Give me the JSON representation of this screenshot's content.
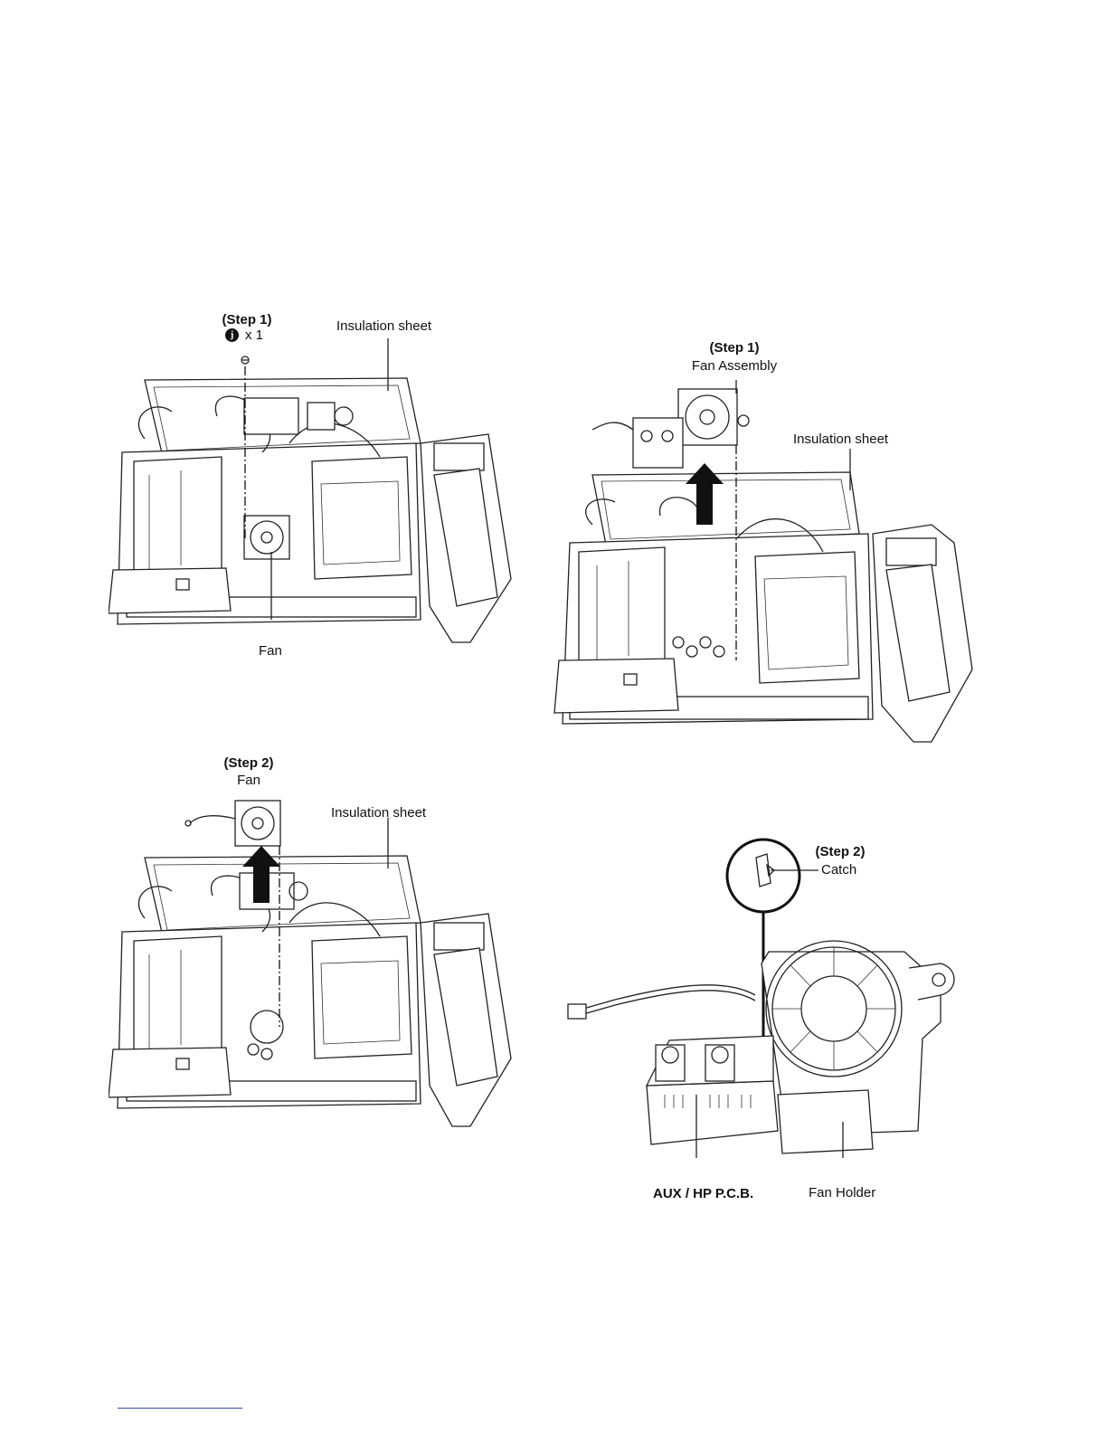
{
  "panels": {
    "top_left": {
      "step": "(Step 1)",
      "screw_count": "x 1",
      "insulation": "Insulation sheet",
      "fan": "Fan"
    },
    "top_right": {
      "step": "(Step 1)",
      "assembly": "Fan Assembly",
      "insulation": "Insulation sheet"
    },
    "bottom_left": {
      "step": "(Step 2)",
      "fan": "Fan",
      "insulation": "Insulation sheet"
    },
    "bottom_right": {
      "step": "(Step 2)",
      "catch": "Catch",
      "pcb": "AUX / HP P.C.B.",
      "holder": "Fan Holder"
    }
  }
}
